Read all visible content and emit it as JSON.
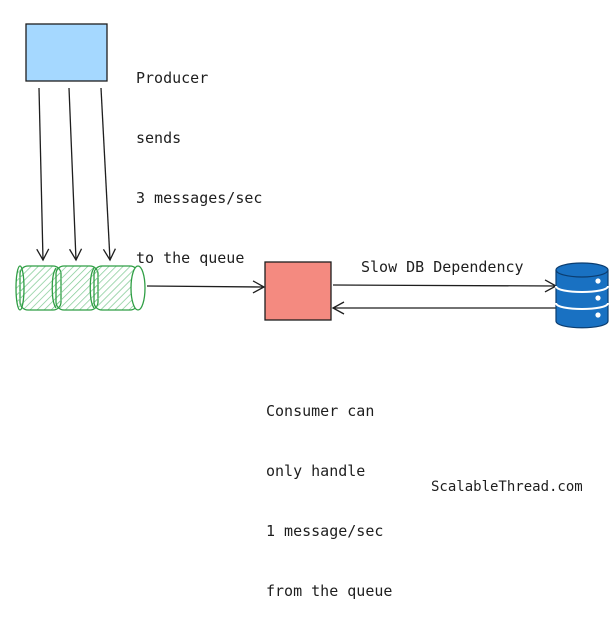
{
  "producer": {
    "lines": [
      "Producer",
      "sends",
      "3 messages/sec",
      "to the queue"
    ],
    "fill": "#a5d8ff"
  },
  "consumer": {
    "lines": [
      "Consumer can",
      "only handle",
      "1 message/sec",
      "from the queue"
    ],
    "fill": "#f48a80"
  },
  "queue": {
    "stroke": "#2f9e44",
    "hatch": "#7cc890"
  },
  "database": {
    "label": "Slow DB Dependency",
    "fill": "#1971c2",
    "icon": "database-icon"
  },
  "watermark": "ScalableThread.com"
}
